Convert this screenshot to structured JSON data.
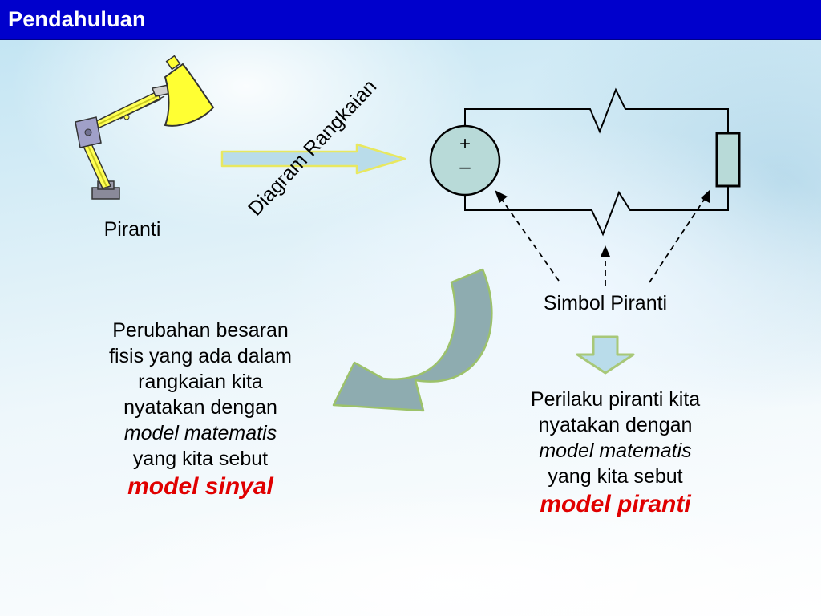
{
  "header": {
    "title": "Pendahuluan"
  },
  "labels": {
    "device": "Piranti",
    "circuit_diagram": "Diagram Rangkaian",
    "device_symbol": "Simbol Piranti",
    "plus": "+",
    "minus": "–"
  },
  "left_text": {
    "lines": [
      "Perubahan besaran",
      "fisis yang ada dalam",
      "rangkaian kita",
      "nyatakan dengan"
    ],
    "italic": "model matematis",
    "after": "yang kita sebut",
    "emphasis": "model sinyal"
  },
  "right_text": {
    "lines": [
      "Perilaku piranti kita",
      "nyatakan dengan"
    ],
    "italic": "model matematis",
    "after": "yang kita sebut",
    "emphasis": "model piranti"
  },
  "colors": {
    "title_bg": "#0000cc",
    "emphasis": "#e00000",
    "arrow_fill": "#b9dcea",
    "arrow_stroke": "#e8e860",
    "curve_arrow_fill": "#8eacb0",
    "curve_arrow_stroke": "#9cc26a",
    "component_fill": "#b8dad8",
    "lamp_yellow": "#ffff33"
  }
}
